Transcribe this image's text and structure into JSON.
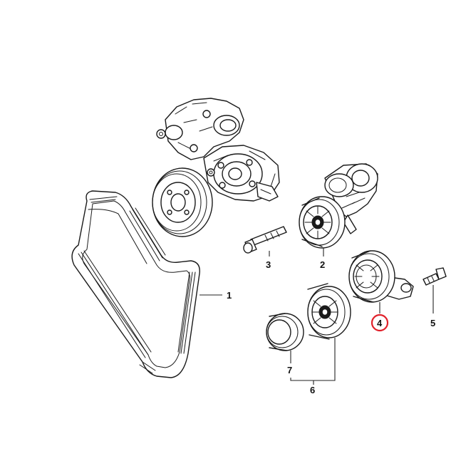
{
  "callouts": {
    "c1": "1",
    "c2": "2",
    "c3": "3",
    "c4": "4",
    "c5": "5",
    "c6": "6",
    "c7": "7"
  },
  "highlighted_callout": "4",
  "colors": {
    "line": "#1a1a1a",
    "highlight": "#e0202a",
    "background": "#ffffff"
  }
}
